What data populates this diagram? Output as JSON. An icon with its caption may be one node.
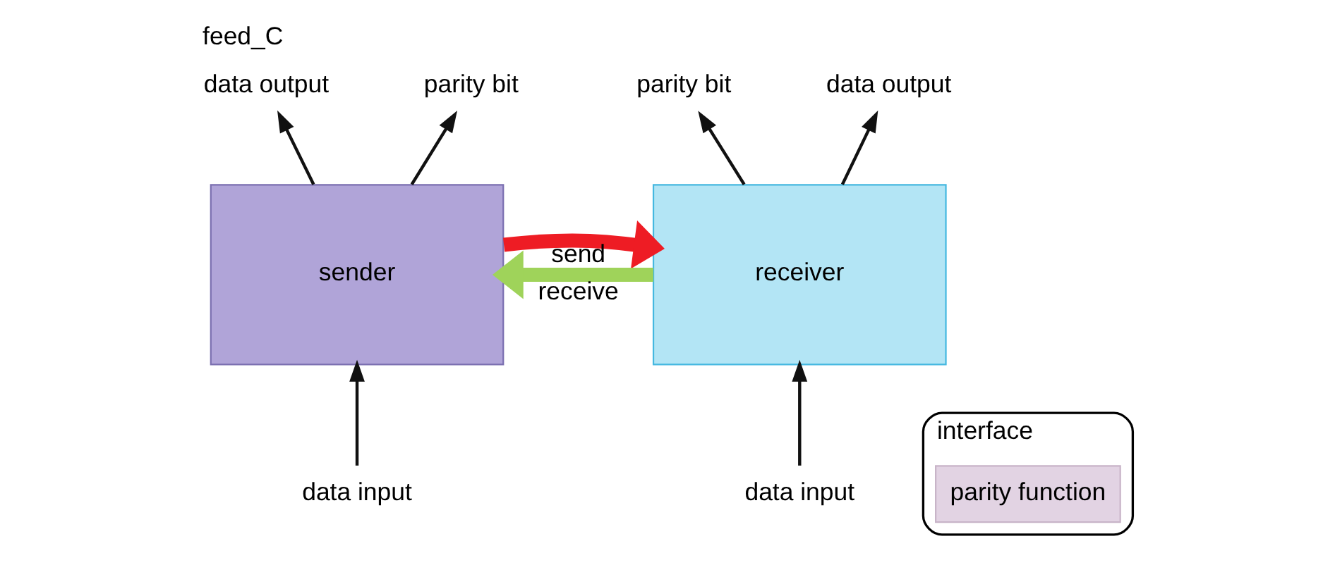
{
  "diagram": {
    "title": "feed_C",
    "nodes": [
      {
        "text": [
          "sender"
        ]
      },
      {
        "text": [
          "receiver"
        ]
      },
      {
        "text": [
          "interface"
        ]
      },
      {
        "text": [
          "parity function"
        ],
        "in": 2
      },
      {
        "text": [
          "data output"
        ]
      },
      {
        "text": [
          "parity bit"
        ]
      },
      {
        "text": [
          "parity bit"
        ]
      },
      {
        "text": [
          "data output"
        ]
      },
      {
        "text": [
          "data input"
        ]
      },
      {
        "text": [
          "data input"
        ]
      }
    ],
    "edges": [
      {
        "from": 0,
        "to": 4,
        "arrow": "to"
      },
      {
        "from": 0,
        "to": 5,
        "arrow": "to"
      },
      {
        "from": 1,
        "to": 6,
        "arrow": "to"
      },
      {
        "from": 1,
        "to": 7,
        "arrow": "to"
      },
      {
        "from": 8,
        "to": 0,
        "arrow": "to"
      },
      {
        "from": 9,
        "to": 1,
        "arrow": "to"
      },
      {
        "from": 0,
        "to": 1,
        "arrow": "to",
        "label": "send",
        "style": "thick",
        "color": "#ee1c24"
      },
      {
        "from": 1,
        "to": 0,
        "arrow": "to",
        "label": "receive",
        "style": "thick",
        "color": "#9fd35a"
      }
    ]
  }
}
